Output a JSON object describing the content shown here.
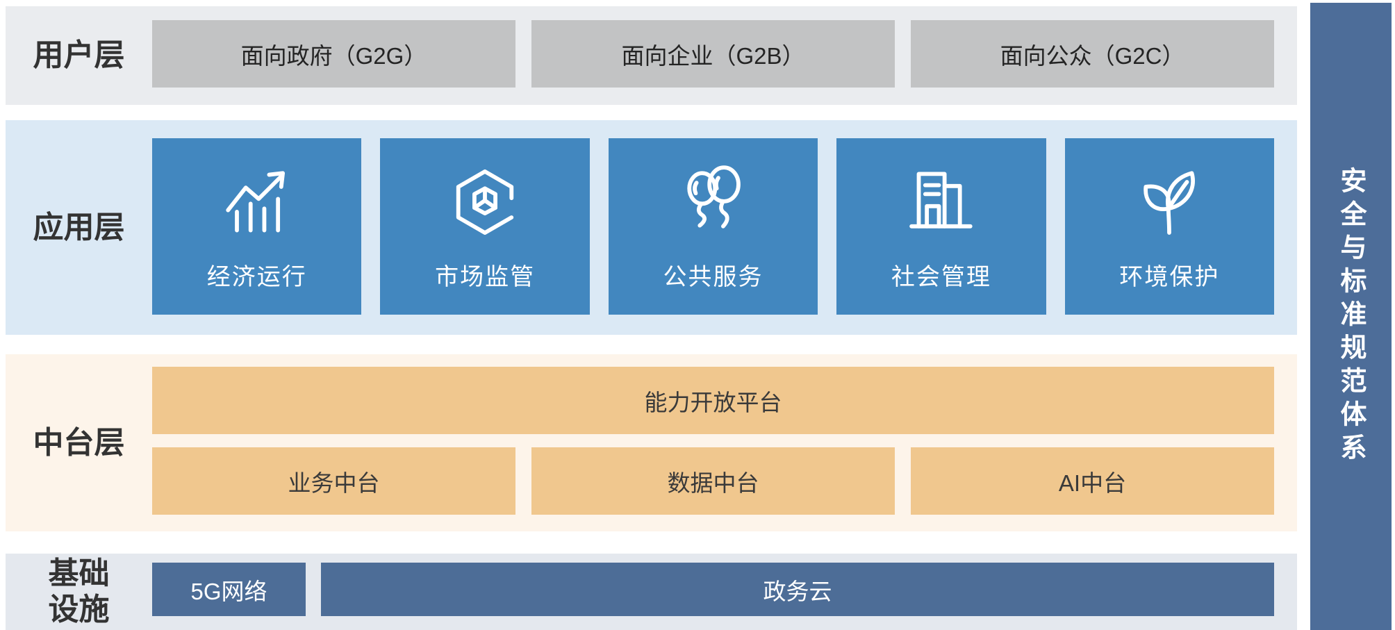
{
  "colors": {
    "page_bg": "#ffffff",
    "user_band_bg": "#eaecef",
    "user_box_bg": "#c2c3c4",
    "app_band_bg": "#dbe9f5",
    "app_card_bg": "#4287bf",
    "mid_band_bg": "#fdf4ea",
    "mid_box_bg": "#f0c78e",
    "infra_band_bg": "#e4e8ee",
    "infra_box_bg": "#4d6d97",
    "sidebar_bg": "#4d6d99",
    "label_text": "#333333"
  },
  "layers": {
    "user": {
      "label": "用户层",
      "items": [
        {
          "label": "面向政府（G2G）"
        },
        {
          "label": "面向企业（G2B）"
        },
        {
          "label": "面向公众（G2C）"
        }
      ]
    },
    "app": {
      "label": "应用层",
      "cards": [
        {
          "label": "经济运行",
          "icon": "trend-chart-icon"
        },
        {
          "label": "市场监管",
          "icon": "hexagon-cube-icon"
        },
        {
          "label": "公共服务",
          "icon": "balloons-icon"
        },
        {
          "label": "社会管理",
          "icon": "buildings-icon"
        },
        {
          "label": "环境保护",
          "icon": "leaves-icon"
        }
      ]
    },
    "mid": {
      "label": "中台层",
      "platform": "能力开放平台",
      "items": [
        {
          "label": "业务中台"
        },
        {
          "label": "数据中台"
        },
        {
          "label": "AI中台"
        }
      ]
    },
    "infra": {
      "label": "基础设施",
      "items": [
        {
          "label": "5G网络"
        },
        {
          "label": "政务云"
        }
      ]
    }
  },
  "sidebar": {
    "label": "安全与标准规范体系"
  }
}
